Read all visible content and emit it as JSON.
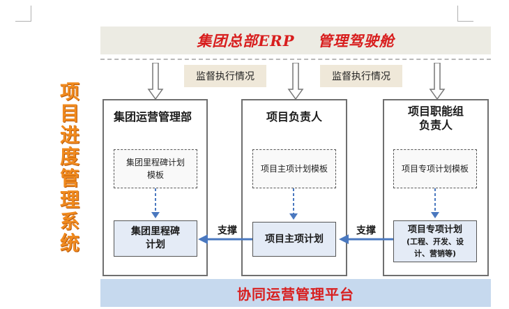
{
  "header": {
    "title": "集团总部ERP    管理驾驶舱"
  },
  "side_title": "项目进度管理系统",
  "monitor_labels": [
    "监督执行情况",
    "监督执行情况"
  ],
  "columns": [
    {
      "title": "集团运营管理部",
      "template": "集团里程碑计划\n模板",
      "plan": "集团里程碑\n计划"
    },
    {
      "title": "项目负责人",
      "template": "项目主项计划模板",
      "plan": "项目主项计划"
    },
    {
      "title": "项目职能组\n负责人",
      "template": "项目专项计划模板",
      "plan": "项目专项计划",
      "plan_detail": "(工程、开发、设\n计、营销等)"
    }
  ],
  "support_labels": [
    "支撑",
    "支撑"
  ],
  "footer": {
    "title": "协同运营管理平台"
  },
  "colors": {
    "accent_red": "#d81e1e",
    "side_orange": "#f08a1e",
    "arrow_blue": "#4a78bf"
  }
}
